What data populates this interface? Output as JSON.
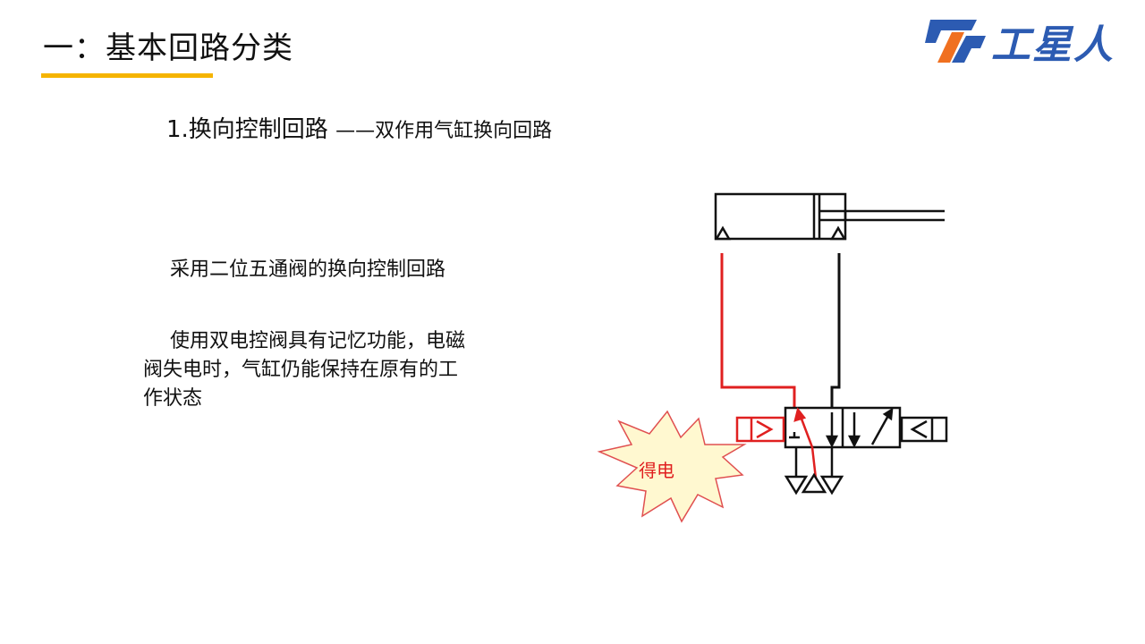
{
  "slide": {
    "title": "一：基本回路分类",
    "heading_main": "1.换向控制回路",
    "heading_sub": "——双作用气缸换向回路",
    "paragraph1": "采用二位五通阀的换向控制回路",
    "paragraph2": "使用双电控阀具有记忆功能，电磁阀失电时，气缸仍能保持在原有的工作状态"
  },
  "logo": {
    "text": "工星人"
  },
  "diagram": {
    "burst_label": "得电",
    "colors": {
      "active_line": "#e02020",
      "line": "#111111",
      "burst_fill": "#fff8d0",
      "burst_stroke": "#e05050",
      "accent": "#f5b400",
      "logo_blue": "#2c5bb2",
      "logo_orange": "#f07020"
    }
  }
}
